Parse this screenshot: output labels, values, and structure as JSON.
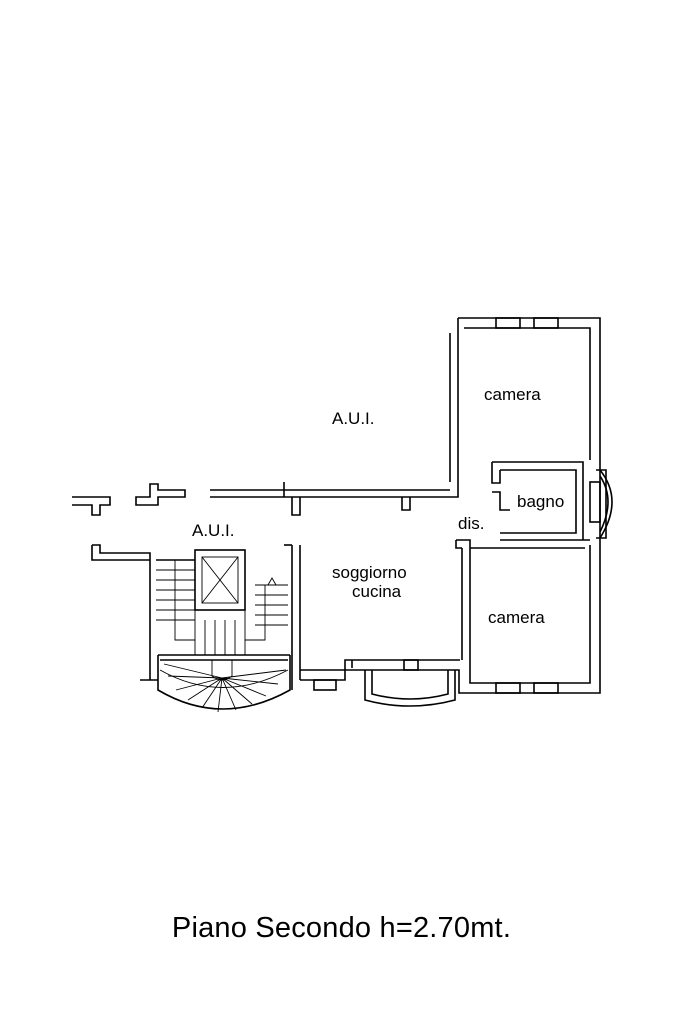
{
  "rooms": {
    "aui_top": "A.U.I.",
    "aui_left": "A.U.I.",
    "camera_top": "camera",
    "bagno": "bagno",
    "dis": "dis.",
    "soggiorno": "soggiorno",
    "cucina": "cucina",
    "camera_bottom": "camera"
  },
  "caption": "Piano Secondo h=2.70mt."
}
